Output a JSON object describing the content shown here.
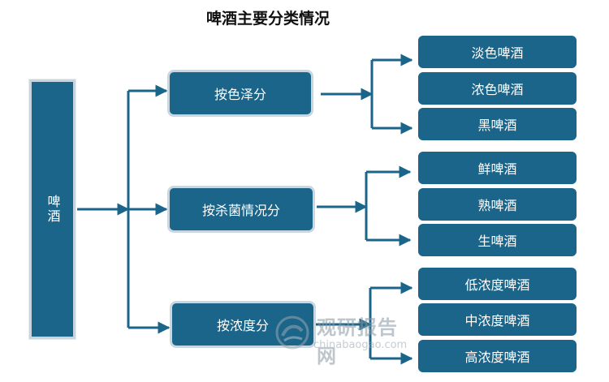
{
  "title": "啤酒主要分类情况",
  "root": {
    "label": "啤酒"
  },
  "groups": [
    {
      "label": "按色泽分",
      "items": [
        "淡色啤酒",
        "浓色啤酒",
        "黑啤酒"
      ]
    },
    {
      "label": "按杀菌情况分",
      "items": [
        "鲜啤酒",
        "熟啤酒",
        "生啤酒"
      ]
    },
    {
      "label": "按浓度分",
      "items": [
        "低浓度啤酒",
        "中浓度啤酒",
        "高浓度啤酒"
      ]
    }
  ],
  "colors": {
    "box": "#1a6589",
    "border": "#c9d8e0",
    "arrow": "#1a6589",
    "watermark": "#8a98a6"
  },
  "watermark": {
    "name": "观研报告网",
    "url": "chinabaogao.com"
  }
}
